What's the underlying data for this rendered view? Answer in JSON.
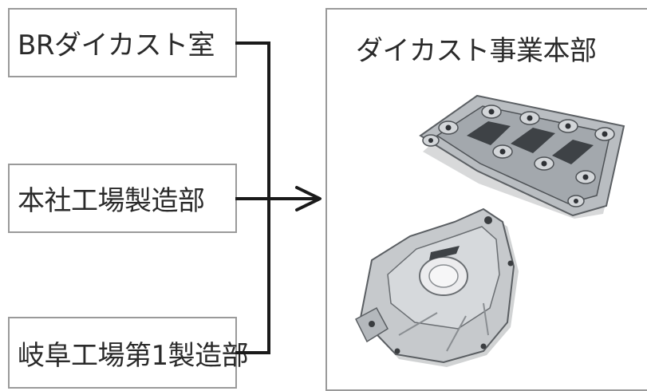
{
  "sources": [
    {
      "label": "BRダイカスト室"
    },
    {
      "label": "本社工場製造部"
    },
    {
      "label": "岐阜工場第1製造部"
    }
  ],
  "target": {
    "title": "ダイカスト事業本部",
    "images": [
      "cam-carrier-casting-photo",
      "pump-cover-casting-photo"
    ]
  },
  "colors": {
    "box_border": "#9a9a9a",
    "connector": "#1a1a1a",
    "text": "#2a2a2a",
    "casting_metal": "#b8bcc0"
  }
}
